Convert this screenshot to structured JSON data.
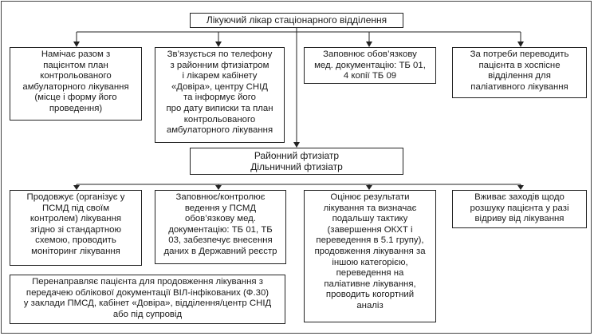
{
  "diagram": {
    "top_node": "Лікуючий лікар стаціонарного відділення",
    "top_children": [
      "Намічає разом з\nпацієнтом план\nконтрольованого\nамбулаторного лікування\n(місце і форму його\nпроведення)",
      "Зв’язується по телефону\nз районним фтизіатром\nі лікарем кабінету\n«Довіра», центру СНІД\nта інформує його\nпро дату виписки та план\nконтрольованого\nамбулаторного лікування",
      "Заповнює обов’язкову\nмед. документацію: ТБ 01,\n4 копії ТБ 09",
      "За потреби переводить\nпацієнта в хоспісне\nвідділення для\nпаліативного лікування"
    ],
    "middle_node": "Районний фтизіатр\nДільничний фтизіатр",
    "bottom_children": [
      "Продовжує (організує у\nПСМД під своїм\nконтролем) лікування\nзгідно зі стандартною\nсхемою, проводить\nмоніторинг лікування",
      "Заповнює/контролює\nведення у ПСМД\nобов’язкову мед.\nдокументацію: ТБ 01, ТБ\n03, забезпечує внесення\nданих в Державний реєстр",
      "Оцінює результати\nлікування та визначає\nподальшу тактику\n(завершення ОКХТ і\nпереведення в 5.1 групу),\nпродовження лікування за\nіншою категорією,\nпереведення на\nпаліативне лікування,\nпроводить когортний\nаналіз",
      "Вживає заходів щодо\nрозшуку пацієнта у разі\nвідриву від лікування"
    ],
    "bottom_wide_node": "Перенаправляє пацієнта для продовження лікування з\nпередачею облікової документації ВІЛ-інфікованих (Ф.30)\nу заклади ПМСД, кабінет «Довіра», відділення/центр СНІД\nабо під супровід"
  }
}
